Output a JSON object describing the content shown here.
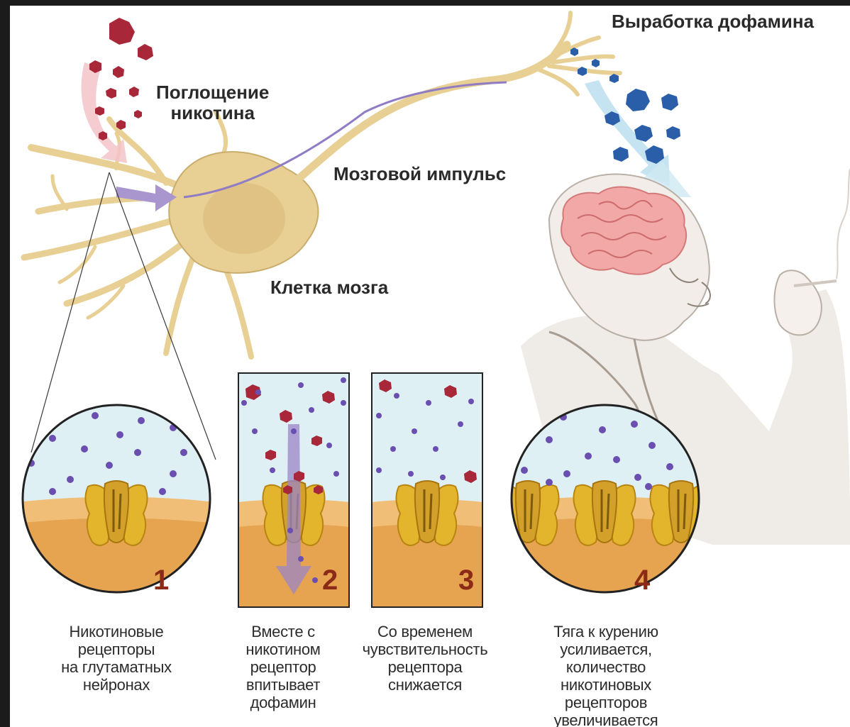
{
  "labels": {
    "dopamine_release": "Выработка дофамина",
    "nicotine_uptake": "Поглощение\nникотина",
    "brain_impulse": "Мозговой импульс",
    "brain_cell": "Клетка мозга"
  },
  "panels": [
    {
      "number": "1",
      "caption": "Никотиновые\nрецепторы\nна глутаматных\nнейронах"
    },
    {
      "number": "2",
      "caption": "Вместе с\nникотином\nрецептор\nвпитывает\nдофамин"
    },
    {
      "number": "3",
      "caption": "Со временем\nчувствительность\nрецептора\nснижается"
    },
    {
      "number": "4",
      "caption": "Тяга к курению\nусиливается,\nколичество\nникотиновых\nрецепторов\nувеличивается"
    }
  ],
  "colors": {
    "neuron": "#e8cf93",
    "nicotine": "#a8283a",
    "dopamine": "#2a5ea8",
    "receptor": "#e2b52c",
    "membrane": "#e7a450",
    "fluid": "#dff0f5",
    "molecule": "#6a4fb0",
    "number": "#8b2a16"
  }
}
